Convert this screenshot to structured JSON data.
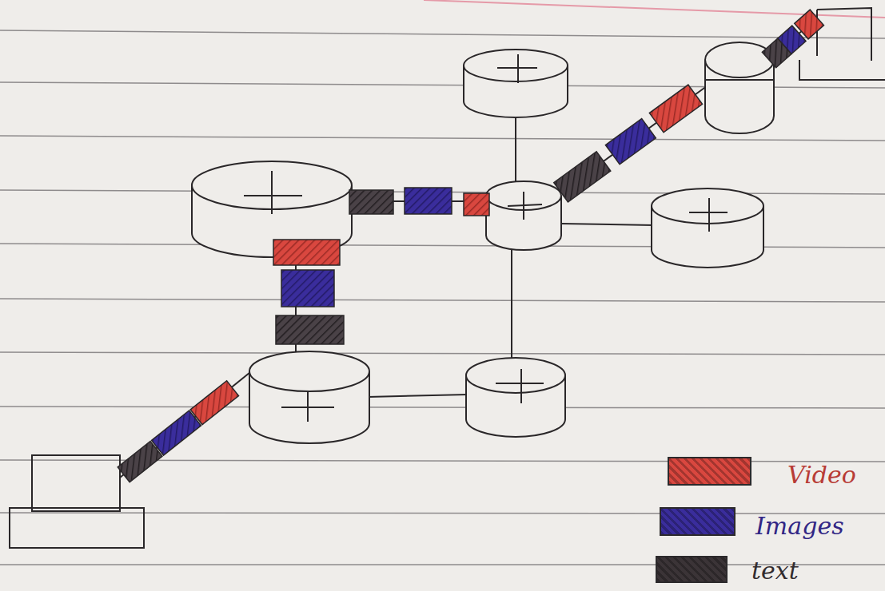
{
  "diagram": {
    "legend": [
      {
        "text": "Video",
        "color": "#d9473f"
      },
      {
        "text": "Images",
        "color": "#3a2d9c"
      },
      {
        "text": "text",
        "color": "#3b3437"
      }
    ]
  }
}
